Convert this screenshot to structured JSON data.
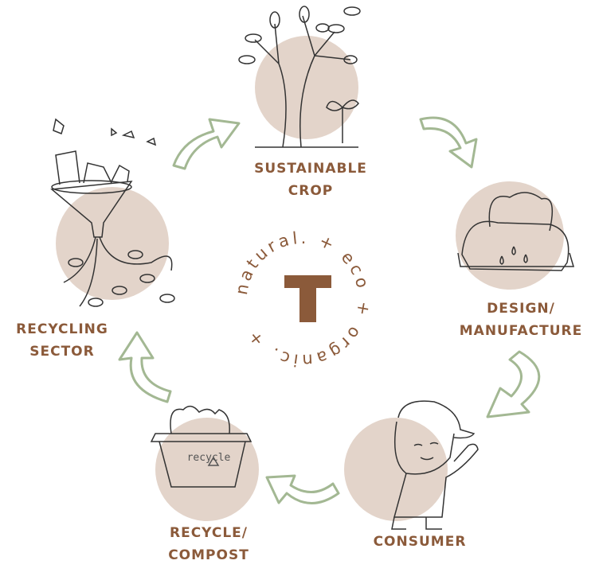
{
  "stages": [
    {
      "line1": "SUSTAINABLE",
      "line2": "CROP",
      "icon": "tree-icon"
    },
    {
      "line1": "DESIGN/",
      "line2": "MANUFACTURE",
      "icon": "wipes-pack-icon"
    },
    {
      "line1": "CONSUMER",
      "line2": "",
      "icon": "person-icon"
    },
    {
      "line1": "RECYCLE/",
      "line2": "COMPOST",
      "icon": "recycle-bin-icon"
    },
    {
      "line1": "RECYCLING",
      "line2": "SECTOR",
      "icon": "funnel-icon"
    }
  ],
  "logo": {
    "letter": "T",
    "ring_text": "natural. + eco + organic. + "
  },
  "colors": {
    "brown": "#8b5a3a",
    "circle": "#e3d4ca",
    "arrow": "#a3b893"
  },
  "bin_text": "recycle"
}
